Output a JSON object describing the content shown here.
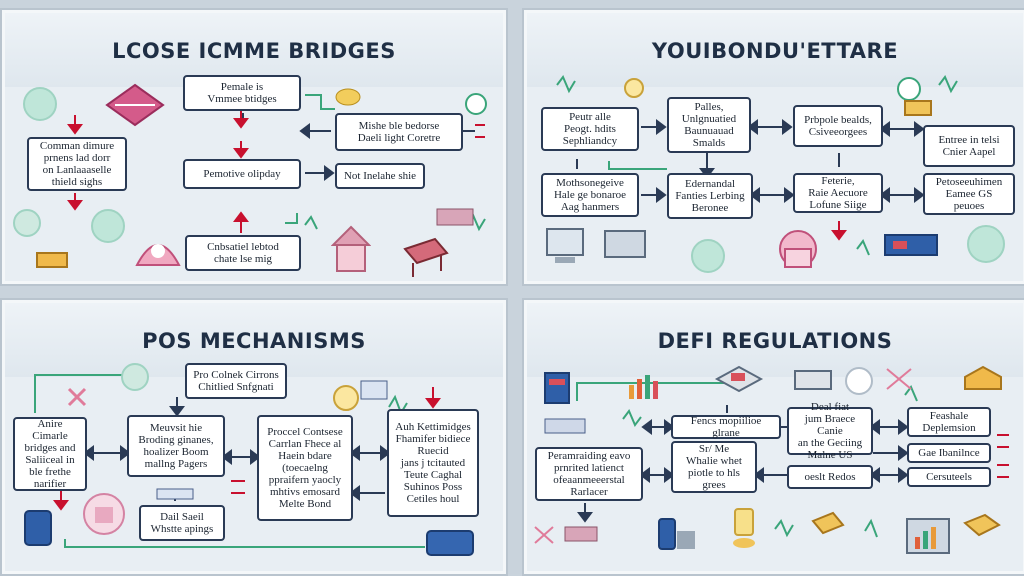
{
  "panels": [
    {
      "title": "LCOSE ICMME BRIDGES",
      "boxes": [
        "Pemale is\nVmmee btidges",
        "Mishe ble bedorse\nDaeli light Coretre",
        "Pemotive olipday",
        "Not Inelahe shie",
        "Comman dimure\nprnens lad dorr\non Lanlaaaselle\nthield sighs",
        "Cnbsatiel lebtod\nchate lse mig"
      ]
    },
    {
      "title": "YOUIBONDU'ETTARE",
      "boxes": [
        "Peutr alle\nPeogt. hdits\nSephliandcy",
        "Palles,\nUnlgnuatied\nBaunuauad\nSmalds",
        "Prbpole bealds,\nCsiveeorgees",
        "Entree in telsi\nCnier Aapel",
        "Mothsonegeive\nHale ge bonaroe\nAag hanmers",
        "Edernandal\nFanties Lerbing\nBeronee",
        "Feterie,\nRaie Aecuore\nLofune Siige",
        "Petoseeuhimen\nEamee GS\npeuoes"
      ]
    },
    {
      "title": "POS MECHANISMS",
      "boxes": [
        "Pro Colnek Cirrons\nChitlied Snfgnati",
        "Anire Cimarle\nbridges and\nSaliiceal in\nble frethe\nnarifier",
        "Meuvsit hie\nBroding ginanes,\nhoalizer Boom\nmallng Pagers",
        "Proccel Contsese\nCarrlan Fhece al\nHaein bdare\n(toecaelng\nppraifern yaocly\nmhtivs emosard\nMelte Bond",
        "Auh Kettimidges\nFhamifer bidiece\nRuecid\njans j tcitauted\nTeute Caghal\nSuhinos Poss\nCetiles houl",
        "Dail Saeil\nWhstte apings"
      ]
    },
    {
      "title": "DEFI REGULATIONS",
      "boxes": [
        "Fencs mopiilioe glrane",
        "Deal fiat\njum Braece Canie\nan the Geciing\nMalne US",
        "Feashale\nDeplemsion",
        "Gae Ibanilnce",
        "Peramraiding eavo\nprnrited latienct\nofeaanmeeerstal\nRarlacer",
        "Sr/ Me\nWhalie whet\npiotle to hls\ngrees",
        "Cersuteels",
        "oeslt Redos"
      ]
    }
  ],
  "colors": {
    "border": "#2a3a55",
    "arrow_red": "#c8102e",
    "accent_green": "#3aa57a",
    "panel_bg": "#e8eef3"
  },
  "icons": [
    "lightbulb-icon",
    "coin-icon",
    "bridge-icon",
    "pagoda-icon",
    "coffin-icon",
    "monitor-icon",
    "chart-icon",
    "gavel-icon",
    "shield-icon"
  ]
}
